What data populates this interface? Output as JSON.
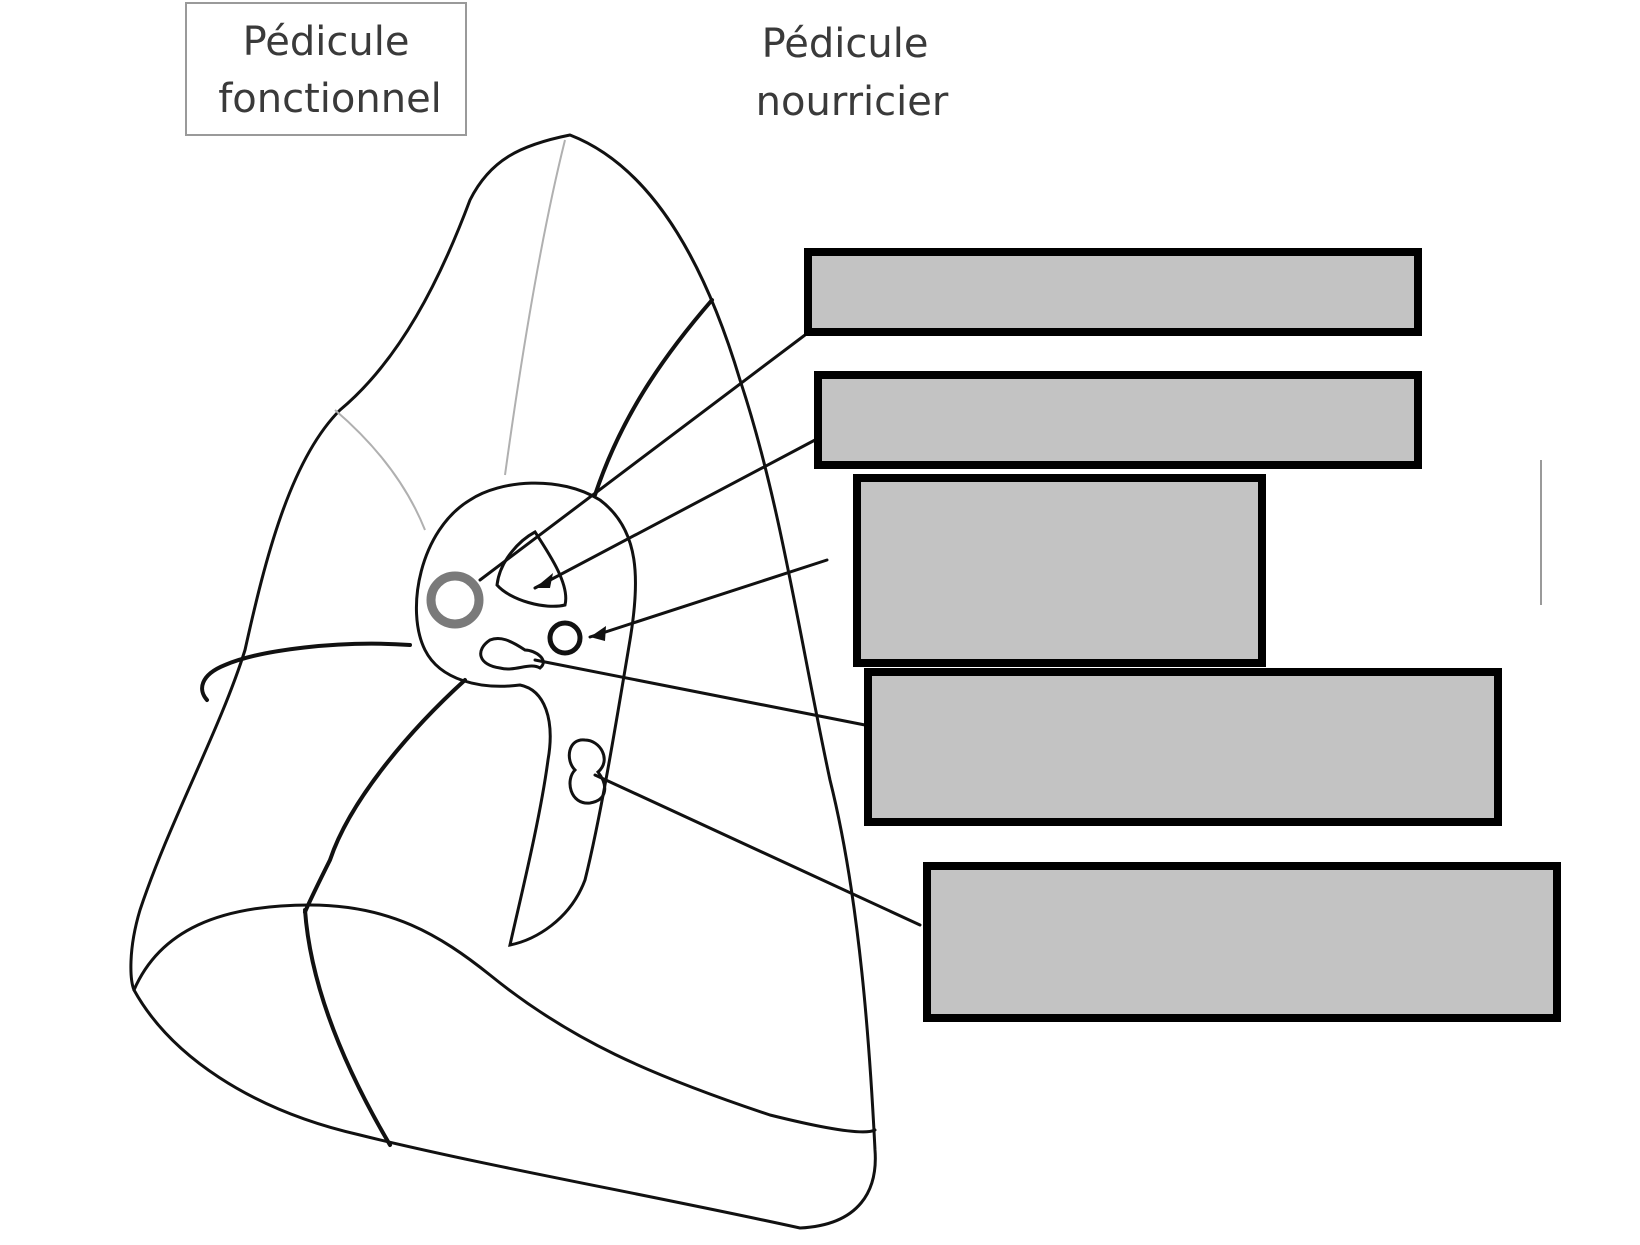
{
  "labels": {
    "functional": {
      "line1": "Pédicule",
      "line2": "fonctionnel"
    },
    "nourishing": {
      "line1": "Pédicule",
      "line2": "nourricier"
    }
  },
  "answer_boxes": [
    {
      "id": "box-1",
      "text": ""
    },
    {
      "id": "box-2",
      "text": ""
    },
    {
      "id": "box-3",
      "text": ""
    },
    {
      "id": "box-4",
      "text": ""
    },
    {
      "id": "box-5",
      "text": ""
    }
  ],
  "colors": {
    "box_fill": "#c3c3c3",
    "box_border": "#000000",
    "stroke": "#111111",
    "faint_stroke": "#b0b0b0",
    "text": "#3a3a3a"
  }
}
